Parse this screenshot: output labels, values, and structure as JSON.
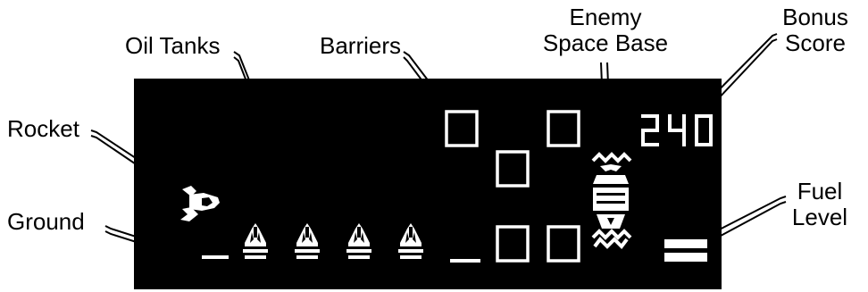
{
  "labels": {
    "rocket": "Rocket",
    "ground": "Ground",
    "oil_tanks": "Oil Tanks",
    "barriers": "Barriers",
    "enemy_base_line1": "Enemy",
    "enemy_base_line2": "Space Base",
    "bonus_line1": "Bonus",
    "bonus_line2": "Score",
    "fuel_line1": "Fuel",
    "fuel_line2": "Level"
  },
  "display": {
    "bonus_score": "240",
    "oil_tank_count": 4,
    "fuel_bars": 2
  },
  "colors": {
    "screen": "#000000",
    "segment": "#ffffff",
    "background": "#ffffff"
  }
}
